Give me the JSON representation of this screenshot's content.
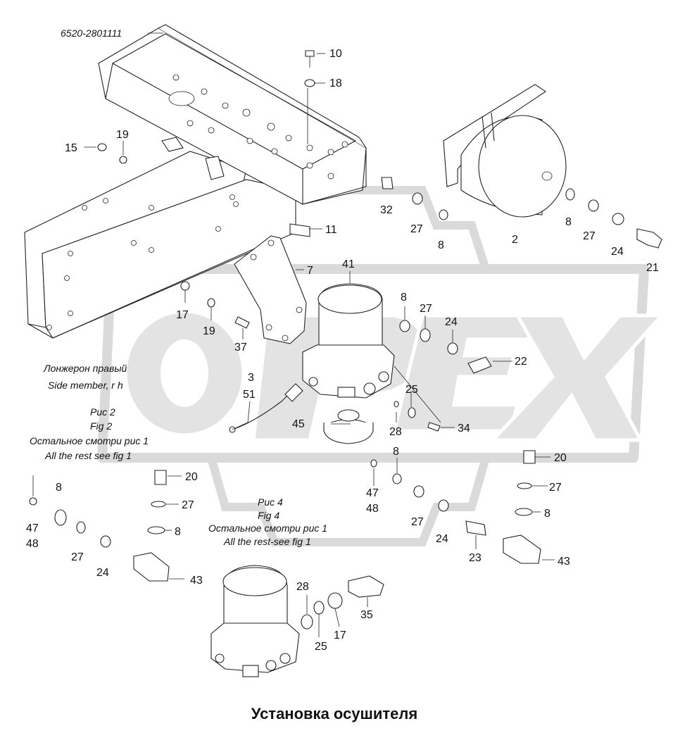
{
  "title": "Установка осушителя",
  "watermark": {
    "text": "OPEX",
    "color": "#d9d9d9"
  },
  "frame_label": "6520-2801111",
  "notes": {
    "side_member_ru": "Лонжерон правый",
    "side_member_en": "Side member, r h",
    "fig2_ru": "Рис 2",
    "fig2_en": "Fig 2",
    "rest1_ru": "Остальное смотри рис 1",
    "rest1_en": "All the rest see fig 1",
    "fig4_ru": "Рис 4",
    "fig4_en": "Fig 4",
    "rest4_ru": "Остальное смотри рис 1",
    "rest4_en": "All the rest-see fig 1"
  },
  "callouts": {
    "c10": "10",
    "c18": "18",
    "c15": "15",
    "c19a": "19",
    "c32": "32",
    "c27a": "27",
    "c8a": "8",
    "c2": "2",
    "c8b": "8",
    "c27b": "27",
    "c24a": "24",
    "c21": "21",
    "c11": "11",
    "c7": "7",
    "c41": "41",
    "c17a": "17",
    "c19b": "19",
    "c37": "37",
    "c8c": "8",
    "c27c": "27",
    "c24b": "24",
    "c22": "22",
    "c3": "3",
    "c51": "51",
    "c25a": "25",
    "c45": "45",
    "c28a": "28",
    "c34": "34",
    "c20a": "20",
    "c8d": "8",
    "c47a": "47",
    "c48a": "48",
    "c20b": "20",
    "c27d": "27",
    "c8e": "8",
    "c47b": "47",
    "c48b": "48",
    "c8f": "8",
    "c27e": "27",
    "c24c": "24",
    "c43a": "43",
    "c27f": "27",
    "c24d": "24",
    "c8g": "8",
    "c23": "23",
    "c43b": "43",
    "c27g": "27",
    "c28b": "28",
    "c25b": "25",
    "c17b": "17",
    "c35": "35"
  }
}
